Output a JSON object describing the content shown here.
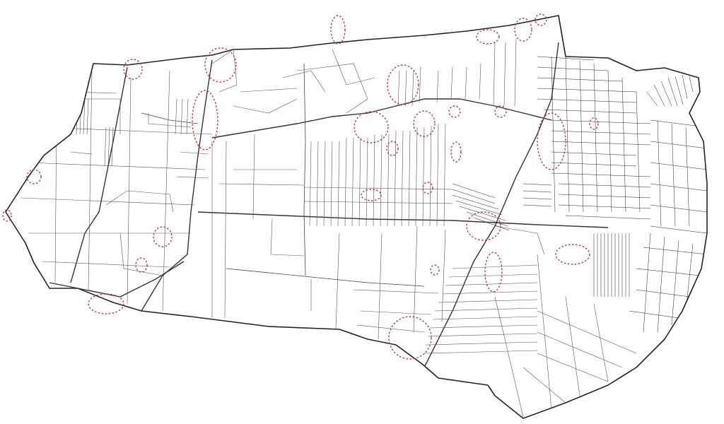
{
  "map": {
    "style": {
      "background": "#ffffff",
      "parcel_line": "#555555",
      "boundary_line": "#222222",
      "zone_outline": "#d0312d"
    },
    "layers": [
      "cadastral-parcels",
      "roads",
      "dashed-zones"
    ]
  }
}
